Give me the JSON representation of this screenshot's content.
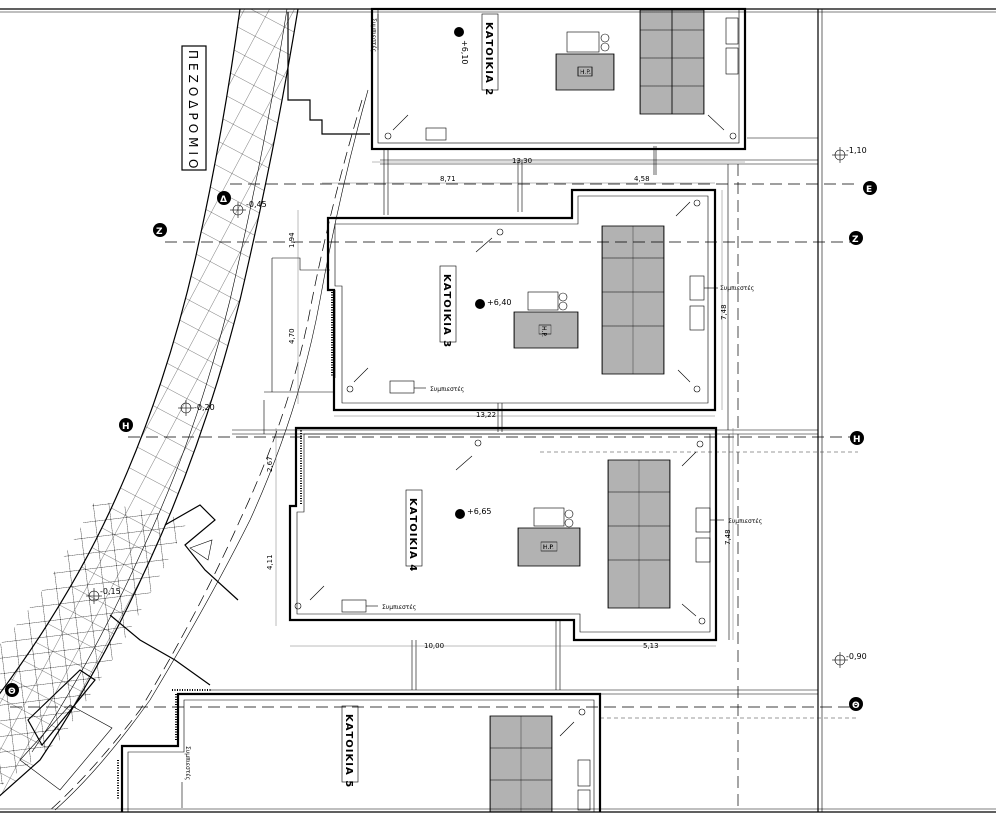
{
  "street": {
    "name": "ΠΕΖΟΔΡΟΜΙΟ"
  },
  "houses": {
    "h2": {
      "name": "ΚΑΤΟΙΚΙΑ 2",
      "elevation": "+6,10",
      "hp": "H.P.",
      "compressor": "Συμπιεστές"
    },
    "h3": {
      "name": "ΚΑΤΟΙΚΙΑ 3",
      "elevation": "+6,40",
      "hp": "H.P.",
      "compressor_right": "Συμπιεστές",
      "compressor_bottom": "Συμπιεστές"
    },
    "h4": {
      "name": "ΚΑΤΟΙΚΙΑ 4",
      "elevation": "+6,65",
      "hp": "H.P.",
      "compressor_right": "Συμπιεστές",
      "compressor_bottom": "Συμπιεστές"
    },
    "h5": {
      "name": "ΚΑΤΟΙΚΙΑ 5",
      "compressor": "Συμπιεστές"
    }
  },
  "dimensions": {
    "d_13_30": "13,30",
    "d_8_71": "8,71",
    "d_4_58": "4,58",
    "d_1_94": "1,94",
    "d_4_70": "4,70",
    "d_7_48_a": "7,48",
    "d_13_22": "13,22",
    "d_2_67": "2,67",
    "d_4_11": "4,11",
    "d_7_48_b": "7,48",
    "d_10_00": "10,00",
    "d_5_13": "5,13"
  },
  "levels": {
    "l_m045": "-0,45",
    "l_m020": "-0,20",
    "l_m015": "-0,15",
    "l_m110": "-1,10",
    "l_m090": "-0,90"
  },
  "grid_markers": {
    "delta": "Δ",
    "zeta_left": "Ζ",
    "zeta_right": "Ζ",
    "epsilon": "Ε",
    "eta_left": "Η",
    "eta_right": "Η",
    "theta_left": "Θ",
    "theta_right": "Θ"
  },
  "colors": {
    "line": "#000000",
    "background": "#ffffff"
  }
}
